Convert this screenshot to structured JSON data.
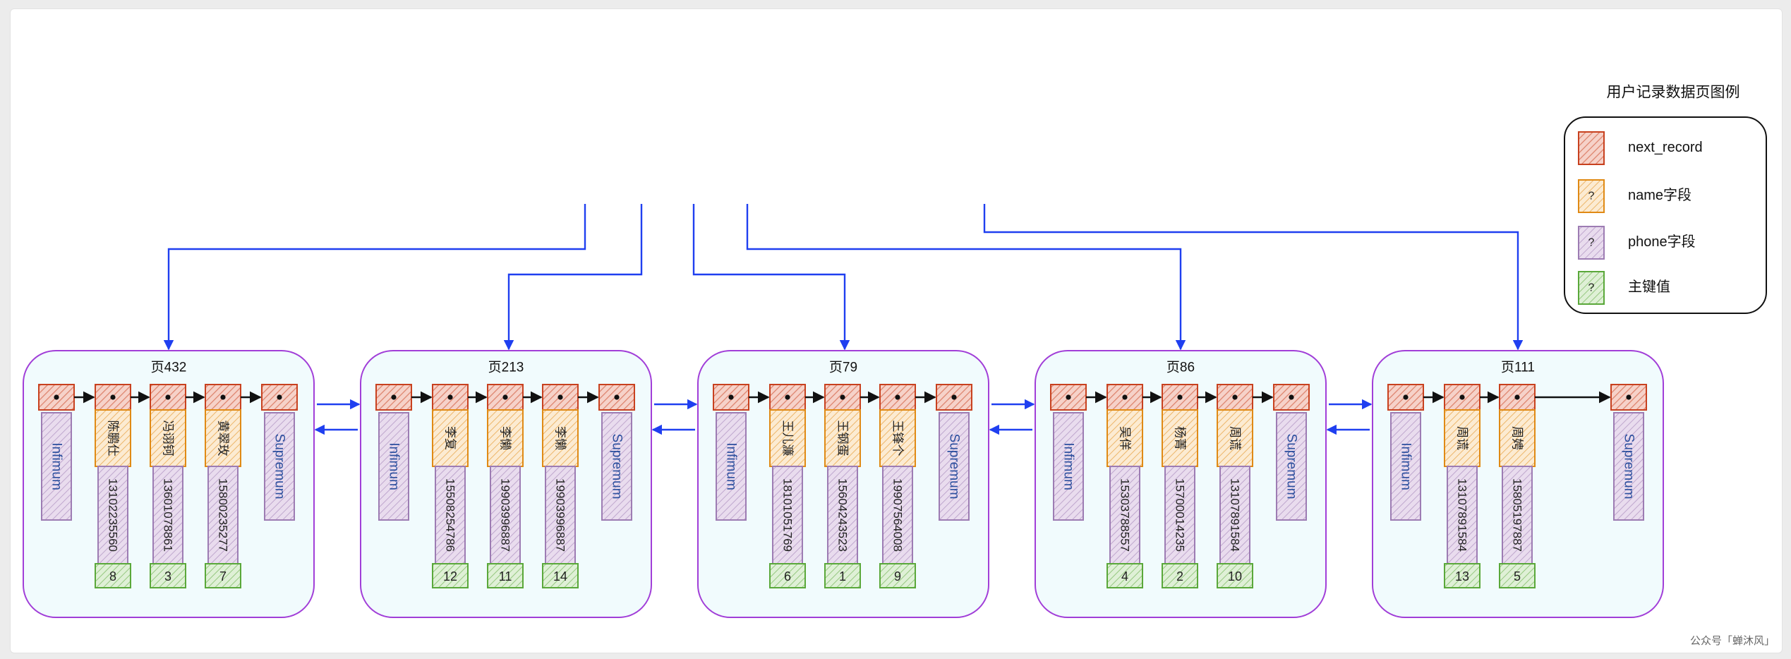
{
  "colors": {
    "pointer_bg": "#f6d2c9",
    "pointer_border": "#c8411f",
    "name_bg": "#fcebd2",
    "name_border": "#e08a15",
    "phone_bg": "#e9dcee",
    "phone_border": "#9d7cb3",
    "key_bg": "#dff0d6",
    "key_border": "#5aa83a",
    "page_bg": "#f1fbfd",
    "page_border": "#a13ed8",
    "arrow_blue": "#1f3ff0",
    "sentinel_text": "#2c4f9e"
  },
  "legend": {
    "title": "用户记录数据页图例",
    "items": [
      {
        "type": "pointer",
        "label": "next_record",
        "glyph": ""
      },
      {
        "type": "name",
        "label": "name字段",
        "glyph": "?"
      },
      {
        "type": "phone",
        "label": "phone字段",
        "glyph": "?"
      },
      {
        "type": "key",
        "label": "主键值",
        "glyph": "?"
      }
    ]
  },
  "sentinels": {
    "min": "Infimum",
    "max": "Supremum"
  },
  "pages": [
    {
      "title": "页432",
      "records": [
        {
          "name": "陈鹏仕",
          "phone": "13102235560",
          "key": "8"
        },
        {
          "name": "冯诩钶",
          "phone": "13601078861",
          "key": "3"
        },
        {
          "name": "黄翠玫",
          "phone": "15800235277",
          "key": "7"
        }
      ]
    },
    {
      "title": "页213",
      "records": [
        {
          "name": "李复",
          "phone": "15508254786",
          "key": "12"
        },
        {
          "name": "李懒",
          "phone": "19903996887",
          "key": "11"
        },
        {
          "name": "李懒",
          "phone": "19903996887",
          "key": "14"
        }
      ]
    },
    {
      "title": "页79",
      "records": [
        {
          "name": "王儿濂",
          "phone": "18101051769",
          "key": "6"
        },
        {
          "name": "王钢蛋",
          "phone": "15604243523",
          "key": "1"
        },
        {
          "name": "王锋个",
          "phone": "19907564008",
          "key": "9"
        }
      ]
    },
    {
      "title": "页86",
      "records": [
        {
          "name": "吴佯",
          "phone": "15303788557",
          "key": "4"
        },
        {
          "name": "杨菁",
          "phone": "15700014235",
          "key": "2"
        },
        {
          "name": "周谎",
          "phone": "13107891584",
          "key": "10"
        }
      ]
    },
    {
      "title": "页111",
      "records": [
        {
          "name": "周谎",
          "phone": "13107891584",
          "key": "13"
        },
        {
          "name": "周娉",
          "phone": "15805197887",
          "key": "5"
        }
      ]
    }
  ],
  "watermark": "公众号「蝉沐风」"
}
